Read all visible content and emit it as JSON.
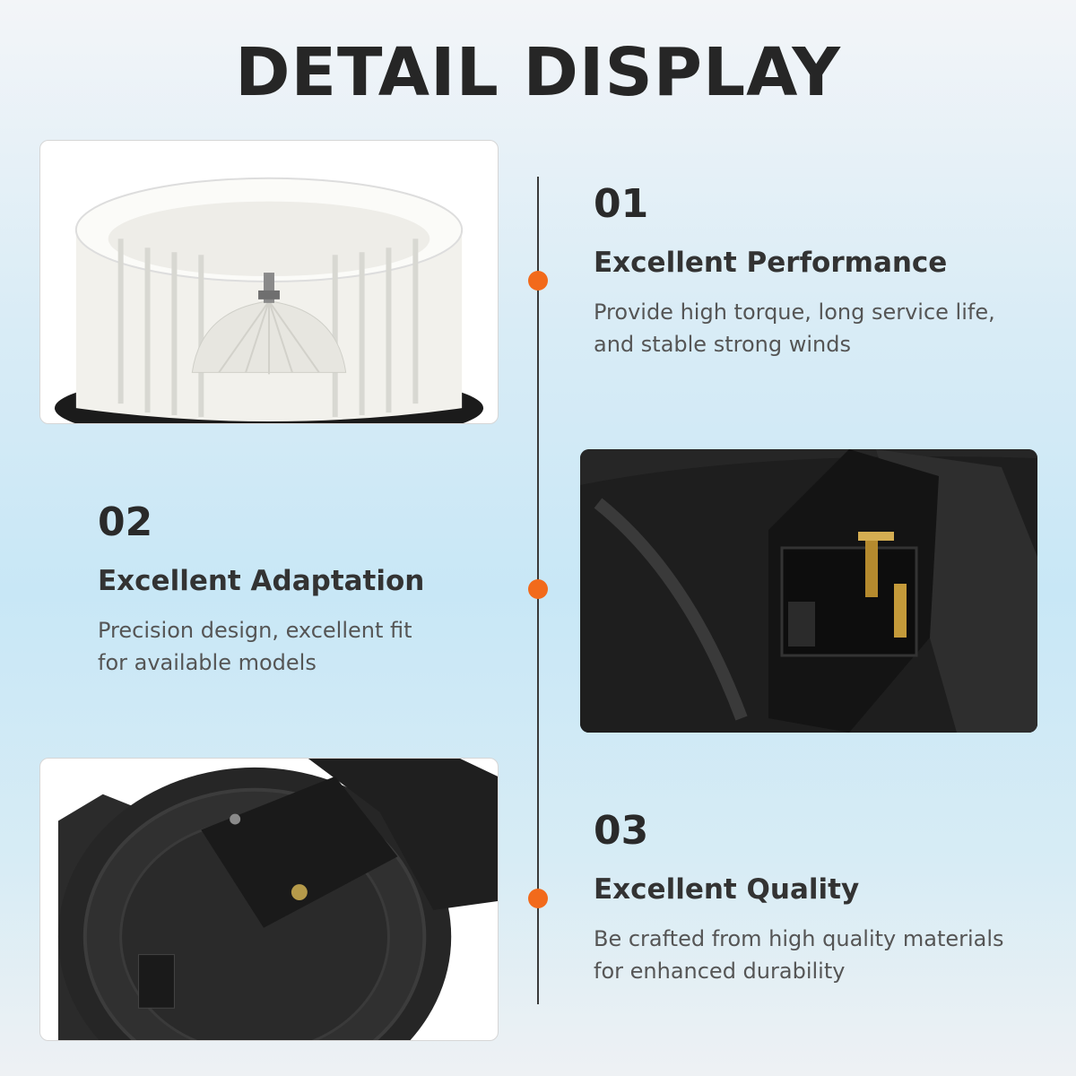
{
  "title": "DETAIL DISPLAY",
  "features": [
    {
      "number": "01",
      "heading": "Excellent Performance",
      "desc_lines": [
        "Provide high torque, long service life,",
        "and stable strong winds"
      ]
    },
    {
      "number": "02",
      "heading": "Excellent Adaptation",
      "desc_lines": [
        "Precision design, excellent fit",
        "for available models"
      ]
    },
    {
      "number": "03",
      "heading": "Excellent Quality",
      "desc_lines": [
        "Be crafted from high quality materials",
        "for enhanced durability"
      ]
    }
  ],
  "colors": {
    "accent": "#f26a1b",
    "text": "#262626",
    "timeline": "#3a3a3a"
  },
  "photos": [
    {
      "name": "blower-fan-wheel-photo"
    },
    {
      "name": "electrical-connector-photo"
    },
    {
      "name": "blower-motor-housing-photo"
    }
  ]
}
